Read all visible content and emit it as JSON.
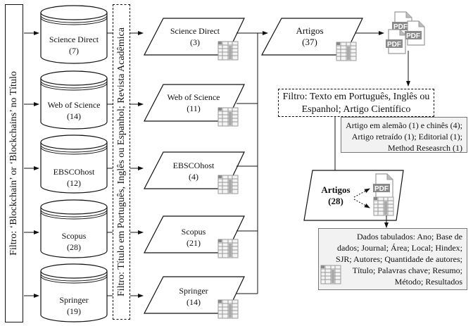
{
  "filters": {
    "title_keyword": "Filtro: ‘Blockchain’ or ‘Blockchains’ no Título",
    "language_journal": "Filtro: Título em Português, Inglês ou Espanhol; Revista Acadêmica",
    "fulltext": [
      "Filtro: Texto em Português, Inglês ou",
      "Espanhol; Artigo Científico"
    ]
  },
  "databases": [
    {
      "name": "Science Direct",
      "count": "(7)"
    },
    {
      "name": "Web of Science",
      "count": "(14)"
    },
    {
      "name": "EBSCOhost",
      "count": "(12)"
    },
    {
      "name": "Scopus",
      "count": "(28)"
    },
    {
      "name": "Springer",
      "count": "(19)"
    }
  ],
  "filtered_results": [
    {
      "name": "Science Direct",
      "count": "(3)"
    },
    {
      "name": "Web of Science",
      "count": "(11)"
    },
    {
      "name": "EBSCOhost",
      "count": "(4)"
    },
    {
      "name": "Scopus",
      "count": "(21)"
    },
    {
      "name": "Springer",
      "count": "(14)"
    }
  ],
  "merged": {
    "name": "Artigos",
    "count": "(37)"
  },
  "exclusions": [
    "Artigo em alemão (1) e chinês (4);",
    "Artigo retraído (1); Editorial (1);",
    "Method Reseasrch (1)"
  ],
  "final": {
    "name": "Artigos",
    "count": "(28)"
  },
  "tabulated": [
    "Dados tabulados: Ano; Base de",
    "dados; Journal; Área; Local; Hindex;",
    "SJR; Autores; Quantidade de autores;",
    "Título; Palavras chave; Resumo;",
    "Método; Resultados"
  ],
  "icons": {
    "pdf_label": "PDF"
  }
}
